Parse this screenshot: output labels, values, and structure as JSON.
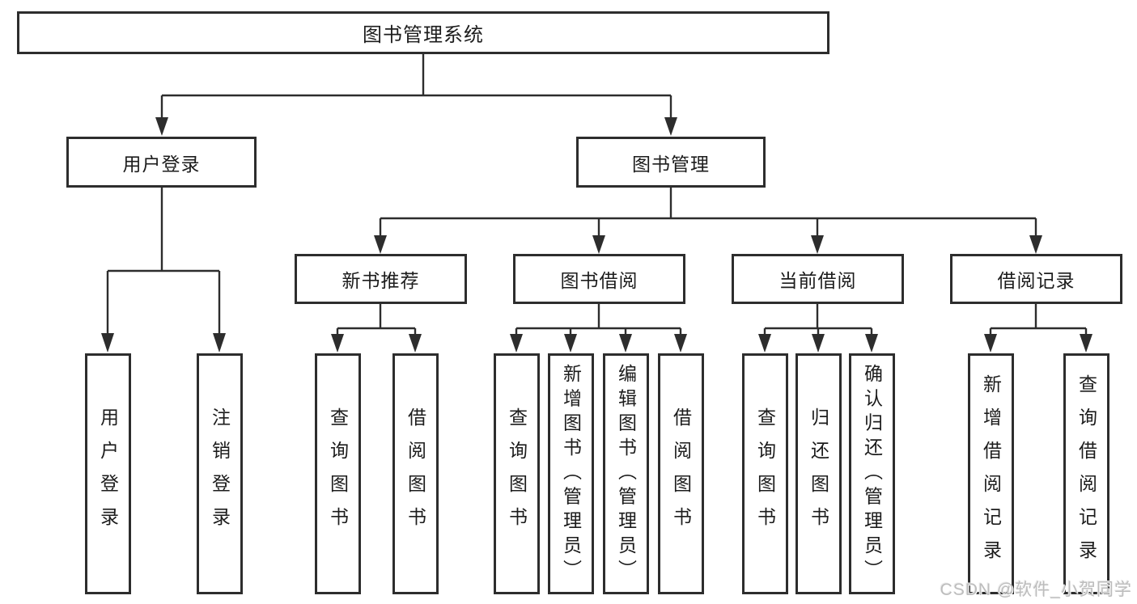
{
  "tree": {
    "root": "图书管理系统",
    "level2": [
      {
        "label": "用户登录",
        "children": [
          "用户登录",
          "注销登录"
        ]
      },
      {
        "label": "图书管理",
        "groups": [
          {
            "label": "新书推荐",
            "children": [
              "查询图书",
              "借阅图书"
            ]
          },
          {
            "label": "图书借阅",
            "children": [
              "查询图书",
              "新增图书（管理员）",
              "编辑图书（管理员）",
              "借阅图书"
            ]
          },
          {
            "label": "当前借阅",
            "children": [
              "查询图书",
              "归还图书",
              "确认归还（管理员）"
            ]
          },
          {
            "label": "借阅记录",
            "children": [
              "新增借阅记录",
              "查询借阅记录"
            ]
          }
        ]
      }
    ]
  },
  "watermark": "CSDN @软件_小贺同学",
  "colors": {
    "line": "#2d2d2d",
    "box_border": "#2d2d2d",
    "text": "#1c1c1c",
    "watermark": "#bdbdbd",
    "background": "#ffffff"
  }
}
